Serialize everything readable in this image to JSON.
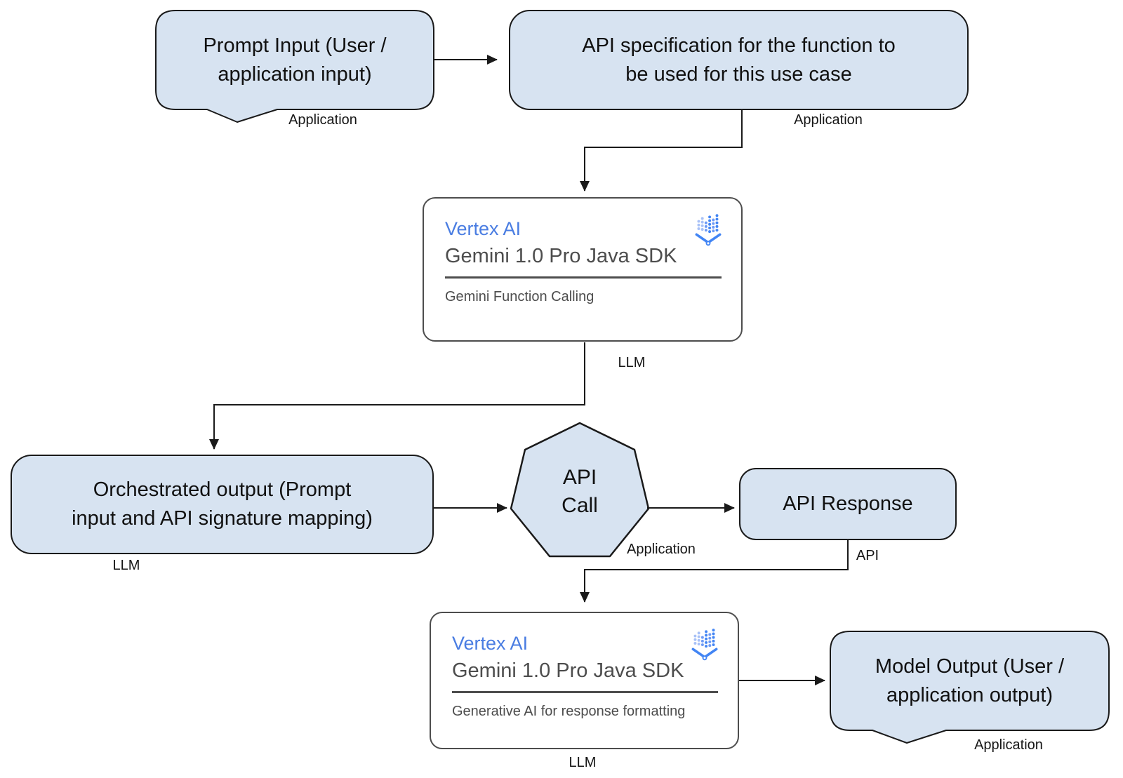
{
  "colors": {
    "node_fill": "#d7e3f1",
    "node_border": "#1a1a1a",
    "card_border": "#4d4d4d",
    "card_text": "#4d4d4d",
    "vertex_blue": "#4a7de2",
    "connector": "#1a1a1a",
    "label_text": "#161616"
  },
  "nodes": {
    "prompt_input": {
      "label": "Prompt Input (User /\napplication input)",
      "tag": "Application"
    },
    "api_spec": {
      "label": "API specification for the function to\nbe used for this use case",
      "tag": "Application"
    },
    "function_calling_card": {
      "product": "Vertex AI",
      "title": "Gemini 1.0 Pro Java SDK",
      "caption": "Gemini Function Calling",
      "tag": "LLM",
      "icon": "vertex-ai-icon"
    },
    "orchestrated_output": {
      "label": "Orchestrated output (Prompt\ninput and API signature mapping)",
      "tag": "LLM"
    },
    "api_call": {
      "label": "API\nCall",
      "tag": "Application"
    },
    "api_response": {
      "label": "API Response",
      "tag": "API"
    },
    "formatting_card": {
      "product": "Vertex AI",
      "title": "Gemini 1.0 Pro Java SDK",
      "caption": "Generative AI for response formatting",
      "tag": "LLM",
      "icon": "vertex-ai-icon"
    },
    "model_output": {
      "label": "Model Output (User /\napplication output)",
      "tag": "Application"
    }
  }
}
